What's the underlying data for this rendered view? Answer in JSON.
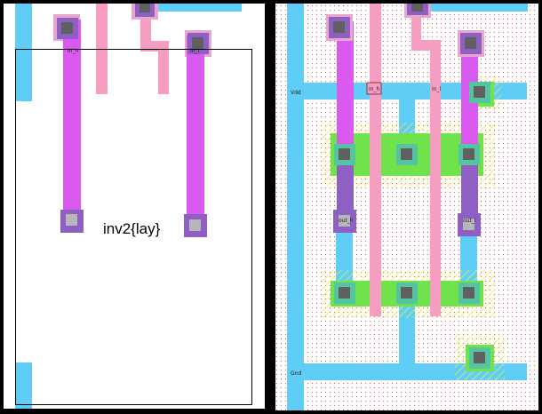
{
  "left_panel": {
    "cell_name": "inv2{lay}",
    "port_label_in": "in_h",
    "port_label_out": "in_l"
  },
  "right_panel": {
    "rail_top_label": "Vdd",
    "rail_bottom_label": "Gnd",
    "label_inh_box": "in_h",
    "label_outl_top": "in_l",
    "label_outh_mid": "out_h",
    "label_outl_mid": "out_l"
  },
  "colors": {
    "metal1": "#5fcdf5",
    "metal2": "#da5af0",
    "metal2_dark": "#8f5fc4",
    "poly": "#f59ec2",
    "diffusion": "#6fe24c",
    "implant_hatch": "#e8ee4a",
    "contact": "#606060",
    "via": "#b7b7b7",
    "well_dot": "#e0586a"
  }
}
